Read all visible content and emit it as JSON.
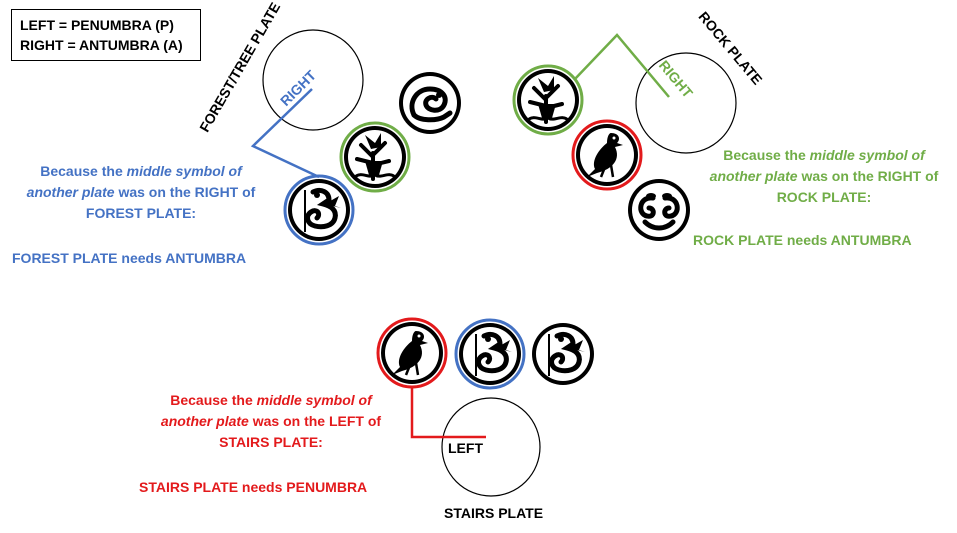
{
  "legend": {
    "line1": "LEFT = PENUMBRA (P)",
    "line2": "RIGHT = ANTUMBRA (A)"
  },
  "plates": {
    "forest": {
      "title": "FOREST/TREE PLATE",
      "side_label": "RIGHT",
      "color": "#4472c4",
      "note": {
        "pre": "Because the ",
        "em1": "middle symbol of",
        "em2": "another plate",
        "mid": " was on the RIGHT of",
        "line3": "FOREST PLATE:",
        "conclusion": "FOREST PLATE needs ANTUMBRA"
      }
    },
    "rock": {
      "title": "ROCK PLATE",
      "side_label": "RIGHT",
      "color": "#70ad47",
      "note": {
        "pre": "Because the ",
        "em1": "middle symbol of",
        "em2": "another plate",
        "mid": " was on the RIGHT of",
        "line3": "ROCK PLATE:",
        "conclusion": "ROCK PLATE needs ANTUMBRA"
      }
    },
    "stairs": {
      "title": "STAIRS PLATE",
      "side_label": "LEFT",
      "color": "#e31a1c",
      "note": {
        "pre": "Because the ",
        "em1": "middle symbol of",
        "em2": "another plate",
        "mid": " was on the LEFT of",
        "line3": "STAIRS PLATE:",
        "conclusion": "STAIRS PLATE needs PENUMBRA"
      }
    }
  },
  "symbols": {
    "serpent": "serpent-symbol",
    "tree": "tree-symbol",
    "dragon": "dragon-symbol",
    "bird": "bird-symbol",
    "coil": "double-serpent-symbol"
  }
}
